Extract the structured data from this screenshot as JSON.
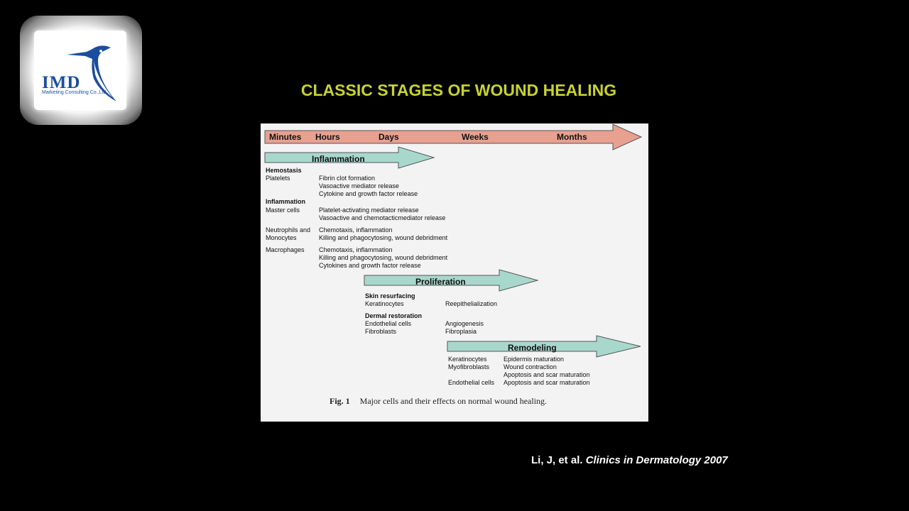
{
  "logo": {
    "name": "IMD",
    "subtitle": "Marketing Consulting Co.,Ltd"
  },
  "slide_title": "CLASSIC STAGES OF WOUND HEALING",
  "timeline": [
    "Minutes",
    "Hours",
    "Days",
    "Weeks",
    "Months"
  ],
  "colors": {
    "timeline_arrow": "#e8a090",
    "phase_arrow": "#a8d8cc",
    "title": "#c8d232"
  },
  "inflammation": {
    "label": "Inflammation",
    "hemostasis_heading": "Hemostasis",
    "platelets_cell": "Platelets",
    "platelets_effects": [
      "Fibrin clot formation",
      "Vasoactive mediator release",
      "Cytokine and growth factor release"
    ],
    "inflammation_heading": "Inflammation",
    "mast_cell": "Master cells",
    "mast_effects": [
      "Platelet-activating mediator release",
      "Vasoactive and chemotacticmediator release"
    ],
    "neutro_cell": [
      "Neutrophils and",
      "Monocytes"
    ],
    "neutro_effects": [
      "Chemotaxis, inflammation",
      "Killing and phagocytosing, wound debridment"
    ],
    "macro_cell": "Macrophages",
    "macro_effects": [
      "Chemotaxis, inflammation",
      "Killing and phagocytosing, wound debridment",
      "Cytokines and growth factor release"
    ]
  },
  "proliferation": {
    "label": "Proliferation",
    "skin_heading": "Skin resurfacing",
    "skin_cell": "Keratinocytes",
    "skin_effect": "Reepithelialization",
    "dermal_heading": "Dermal restoration",
    "endo_cell": "Endothelial cells",
    "endo_effect": "Angiogenesis",
    "fibro_cell": "Fibroblasts",
    "fibro_effect": "Fibroplasia"
  },
  "remodeling": {
    "label": "Remodeling",
    "kera_cell": "Keratinocytes",
    "kera_effect": "Epidermis maturation",
    "myo_cell": "Myofibroblasts",
    "myo_effects": [
      "Wound contraction",
      "Apoptosis and scar maturation"
    ],
    "endo_cell": "Endothelial cells",
    "endo_effect": "Apoptosis and scar maturation"
  },
  "caption": {
    "fig": "Fig. 1",
    "text": "Major cells and their effects on normal wound healing."
  },
  "citation": {
    "authors": "Li, J, et al. ",
    "journal": "Clinics in Dermatology 2007"
  }
}
